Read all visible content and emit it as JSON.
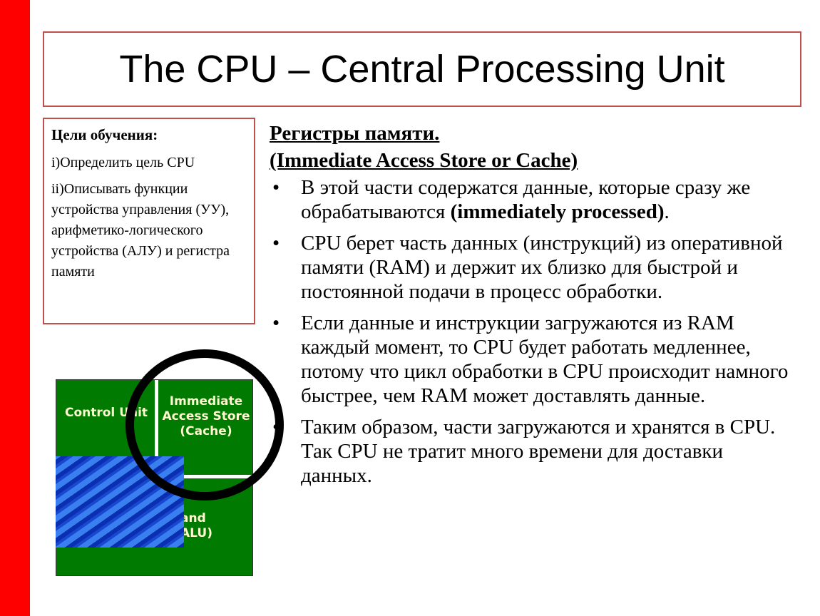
{
  "title": "The CPU – Central Processing Unit",
  "objectives": {
    "heading": "Цели обучения:",
    "items": [
      "i)Определить цель CPU",
      "ii)Описывать функции устройства управления (УУ), арифметико-логического устройства (АЛУ) и регистра памяти"
    ]
  },
  "main": {
    "heading1": "Регистры памяти.",
    "heading2": "(Immediate Access Store or Cache)",
    "bullets": [
      {
        "text": "В этой части содержатся данные, которые сразу же обрабатываются ",
        "bold": "(immediately processed)",
        "tail": "."
      },
      {
        "text": "CPU берет часть данных (инструкций) из оперативной памяти (RAM) и держит их близко для быстрой и постоянной подачи в процесс обработки."
      },
      {
        "text": "Если данные и инструкции загружаются из RAM каждый момент, то CPU будет работать медленнее, потому что цикл обработки в CPU происходит намного быстрее, чем RAM может доставлять данные."
      },
      {
        "text": "Таким образом, части загружаются и хранятся в CPU. Так CPU не тратит много времени для доставки данных."
      }
    ]
  },
  "diagram": {
    "control": "Control Unit",
    "ias": "Immediate Access Store (Cache)",
    "alu_partial": "and ALU)"
  }
}
